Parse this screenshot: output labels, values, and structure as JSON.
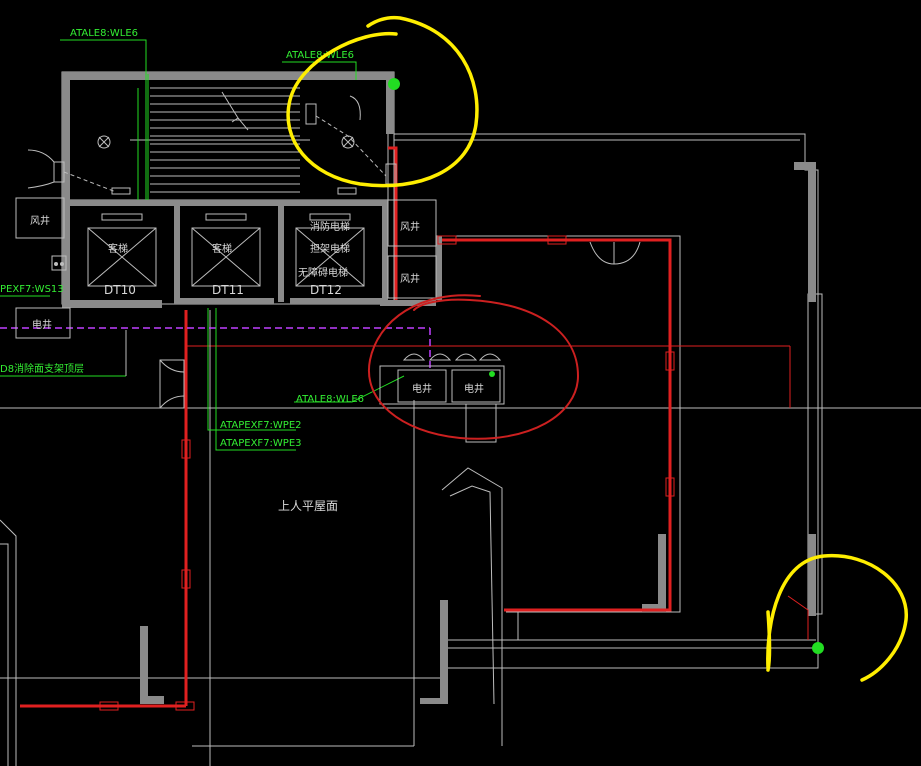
{
  "labels": {
    "wle6_top_left": "ATALE8:WLE6",
    "wle6_top_right": "ATALE8:WLE6",
    "wle6_middle": "ATALE8:WLE6",
    "ws13": "PEXF7:WS13",
    "wpe2": "ATAPEXF7:WPE2",
    "wpe3": "ATAPEXF7:WPE3",
    "left_cutoff": "D8消除面支架顶层",
    "roof": "上人平屋面"
  },
  "rooms": {
    "wind_shaft_left": "风井",
    "wind_shaft_right_1": "风井",
    "wind_shaft_right_2": "风井",
    "elec_shaft_left": "电井",
    "elec_shaft_mid_1": "电井",
    "elec_shaft_mid_2": "电井"
  },
  "elevators": [
    {
      "lines": [
        "客梯"
      ],
      "code": "DT10"
    },
    {
      "lines": [
        "客梯"
      ],
      "code": "DT11"
    },
    {
      "lines": [
        "消防电梯",
        "担架电梯",
        "无障碍电梯"
      ],
      "code": "DT12"
    }
  ],
  "colors": {
    "background": "#000000",
    "wall": "#8a8a8a",
    "line": "#bdbdbd",
    "wire_red": "#e02020",
    "wire_green": "#22dd22",
    "markup_yellow": "#ffee00",
    "markup_red": "#cc2020",
    "device_green": "#22dd22"
  }
}
